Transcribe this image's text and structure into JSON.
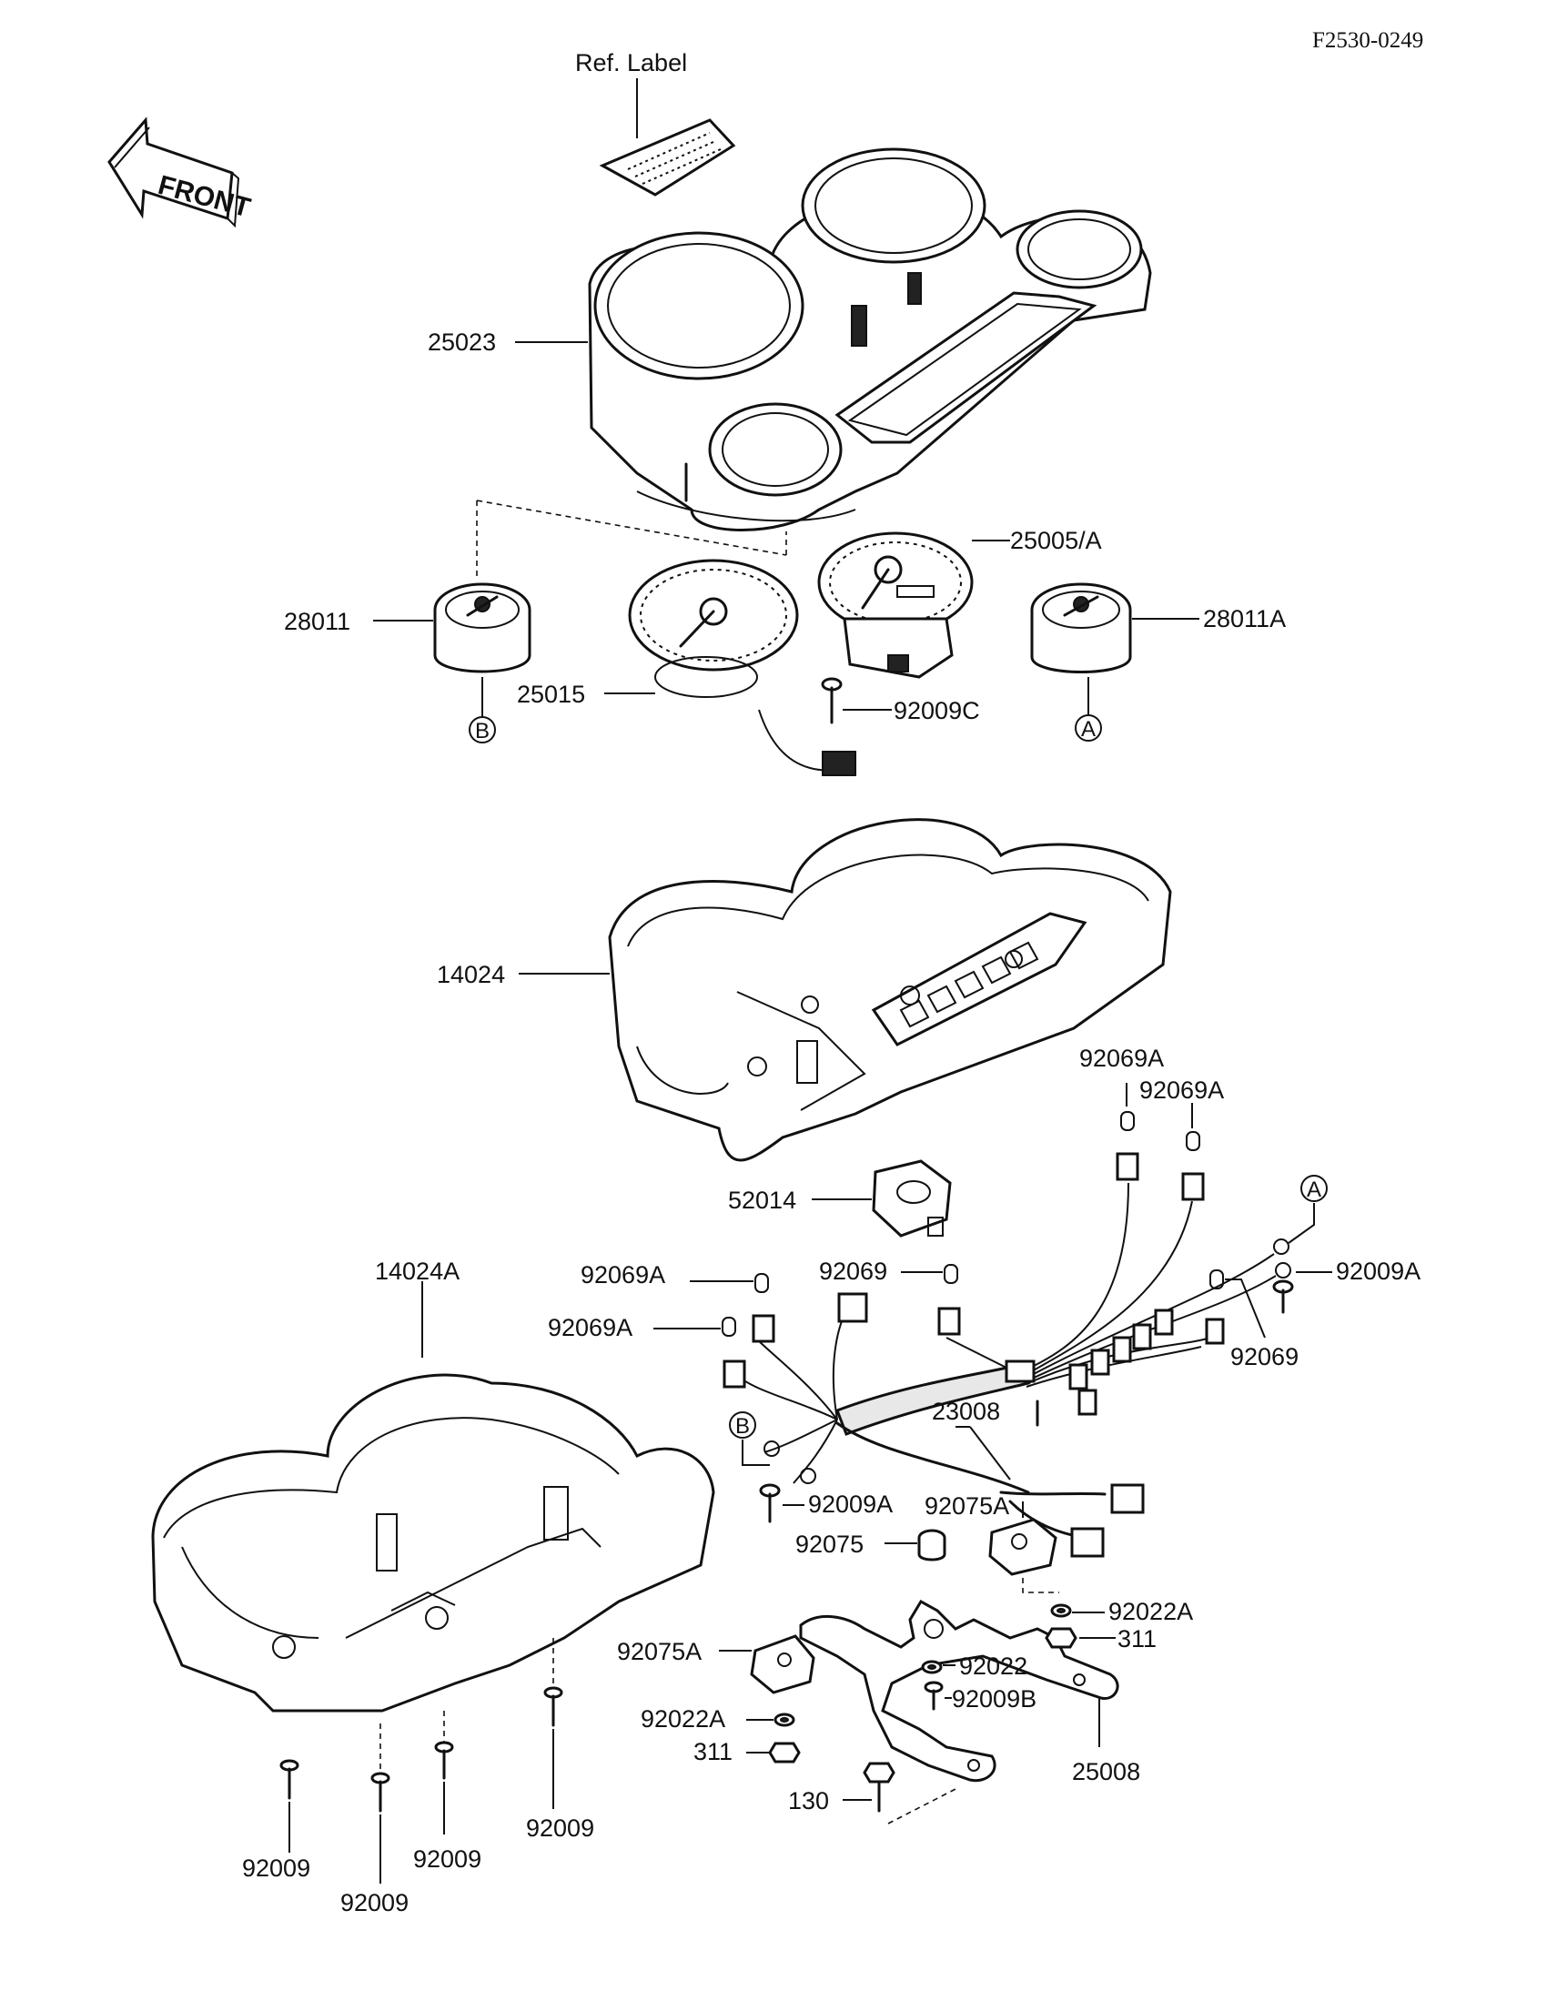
{
  "figure_code": "F2530-0249",
  "front_label": "FRONT",
  "reference_label": "Ref. Label",
  "callouts": {
    "c25023": "25023",
    "c25005A": "25005/A",
    "c28011": "28011",
    "c28011A": "28011A",
    "c25015": "25015",
    "c92009C": "92009C",
    "c14024": "14024",
    "c52014": "52014",
    "c92069A_1": "92069A",
    "c92069A_2": "92069A",
    "c92069A_3": "92069A",
    "c92069A_4": "92069A",
    "c92069_1": "92069",
    "c92069_2": "92069",
    "c92009A_1": "92009A",
    "c92009A_2": "92009A",
    "c14024A": "14024A",
    "c23008": "23008",
    "c92075A_1": "92075A",
    "c92075": "92075",
    "c92022A_1": "92022A",
    "c311_1": "311",
    "c92075A_2": "92075A",
    "c92022": "92022",
    "c92009B": "92009B",
    "c92022A_2": "92022A",
    "c311_2": "311",
    "c25008": "25008",
    "c130": "130",
    "c92009_1": "92009",
    "c92009_2": "92009",
    "c92009_3": "92009",
    "c92009_4": "92009"
  },
  "connectors": {
    "A_top": "A",
    "B_top": "B",
    "A_harness": "A",
    "B_harness": "B"
  }
}
